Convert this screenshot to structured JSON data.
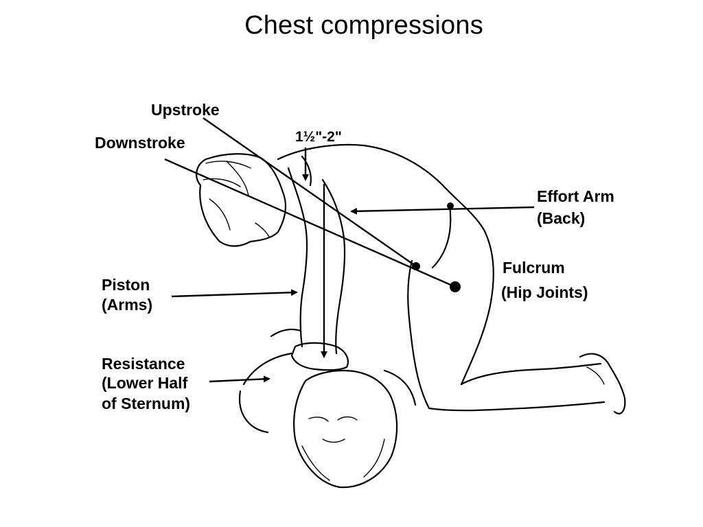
{
  "slide": {
    "title": "Chest compressions"
  },
  "diagram": {
    "labels": {
      "upstroke": "Upstroke",
      "downstroke": "Downstroke",
      "depth": "1½\"-2\"",
      "effort_arm_line1": "Effort Arm",
      "effort_arm_line2": "(Back)",
      "fulcrum_line1": "Fulcrum",
      "fulcrum_line2": "(Hip Joints)",
      "piston_line1": "Piston",
      "piston_line2": "(Arms)",
      "resistance_line1": "Resistance",
      "resistance_line2": "(Lower Half",
      "resistance_line3": "of Sternum)"
    }
  }
}
